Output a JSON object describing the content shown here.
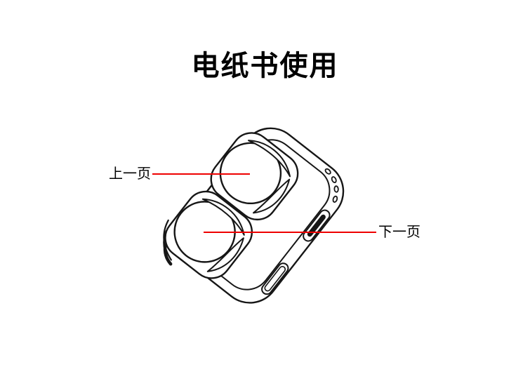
{
  "title": {
    "text": "电纸书使用"
  },
  "callouts": {
    "previous": {
      "label": "上一页"
    },
    "next": {
      "label": "下一页"
    }
  },
  "diagram": {
    "device": "ereader-page-turner-remote",
    "upper_button": "previous-page",
    "lower_button": "next-page"
  },
  "colors": {
    "background": "#ffffff",
    "ink": "#161616",
    "callout_line": "#ee0000",
    "text": "#000000"
  }
}
